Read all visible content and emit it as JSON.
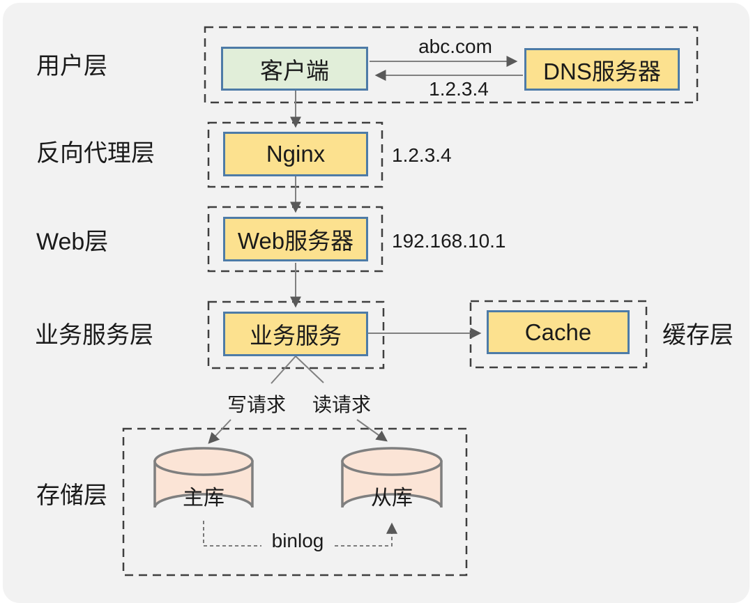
{
  "diagram": {
    "title_implicit": "",
    "layers": {
      "user": {
        "label": "用户层"
      },
      "reverse_proxy": {
        "label": "反向代理层"
      },
      "web": {
        "label": "Web层"
      },
      "service": {
        "label": "业务服务层"
      },
      "cache": {
        "label": "缓存层"
      },
      "storage": {
        "label": "存储层"
      }
    },
    "nodes": {
      "client": {
        "label": "客户端"
      },
      "dns": {
        "label": "DNS服务器"
      },
      "nginx": {
        "label": "Nginx"
      },
      "web_server": {
        "label": "Web服务器"
      },
      "service": {
        "label": "业务服务"
      },
      "cache": {
        "label": "Cache"
      },
      "master_db": {
        "label": "主库"
      },
      "slave_db": {
        "label": "从库"
      }
    },
    "edges": {
      "dns_query": {
        "label": "abc.com"
      },
      "dns_response": {
        "label": "1.2.3.4"
      },
      "write": {
        "label": "写请求"
      },
      "read": {
        "label": "读请求"
      },
      "binlog": {
        "label": "binlog"
      }
    },
    "annotations": {
      "nginx_ip": "1.2.3.4",
      "web_server_ip": "192.168.10.1"
    },
    "colors": {
      "background": "#f2f2f2",
      "node_yellow": "#fce18f",
      "node_green": "#e1eed9",
      "node_border": "#4d7ba7",
      "db_fill": "#fbe4d6",
      "db_border": "#7f7f7f",
      "dashed_border": "#3f3f3f",
      "arrow_line": "#808080",
      "arrow_head": "#595959"
    }
  }
}
